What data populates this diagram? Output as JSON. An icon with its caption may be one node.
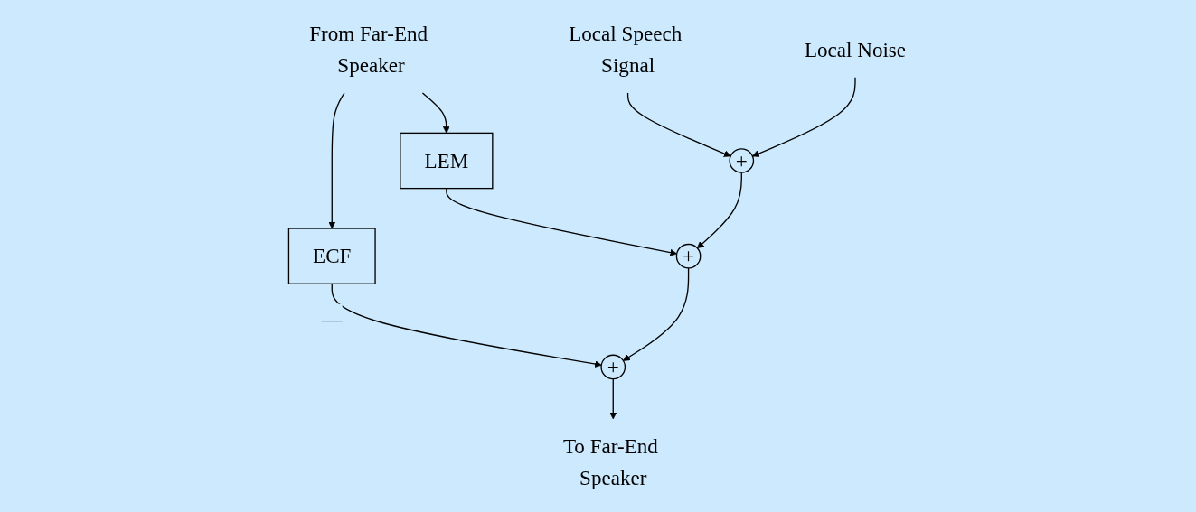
{
  "diagram": {
    "nodes": [
      {
        "text": [
          "From Far-End Speaker"
        ]
      },
      {
        "text": [
          "ECF"
        ]
      },
      {
        "text": [
          "LEM"
        ]
      },
      {
        "text": [
          "Local Speech Signal"
        ]
      },
      {
        "text": [
          "To Far-End Speaker"
        ]
      },
      {
        "text": [
          "+"
        ]
      },
      {
        "text": [
          "+"
        ]
      },
      {
        "text": [
          "+"
        ]
      },
      {
        "text": [
          "Local Noise"
        ]
      }
    ],
    "edges": [
      {
        "from": 0,
        "to": 1,
        "arrow": "to"
      },
      {
        "from": 0,
        "to": 2,
        "arrow": "to"
      },
      {
        "from": 1,
        "to": 5,
        "arrow": "to",
        "label": "—"
      },
      {
        "from": 2,
        "to": 6,
        "arrow": "to"
      },
      {
        "from": 3,
        "to": 7,
        "arrow": "to"
      },
      {
        "from": 8,
        "to": 7,
        "arrow": "to"
      },
      {
        "from": 7,
        "to": 6,
        "arrow": "to"
      },
      {
        "from": 6,
        "to": 5,
        "arrow": "to"
      },
      {
        "from": 5,
        "to": 4,
        "arrow": "to"
      }
    ]
  }
}
